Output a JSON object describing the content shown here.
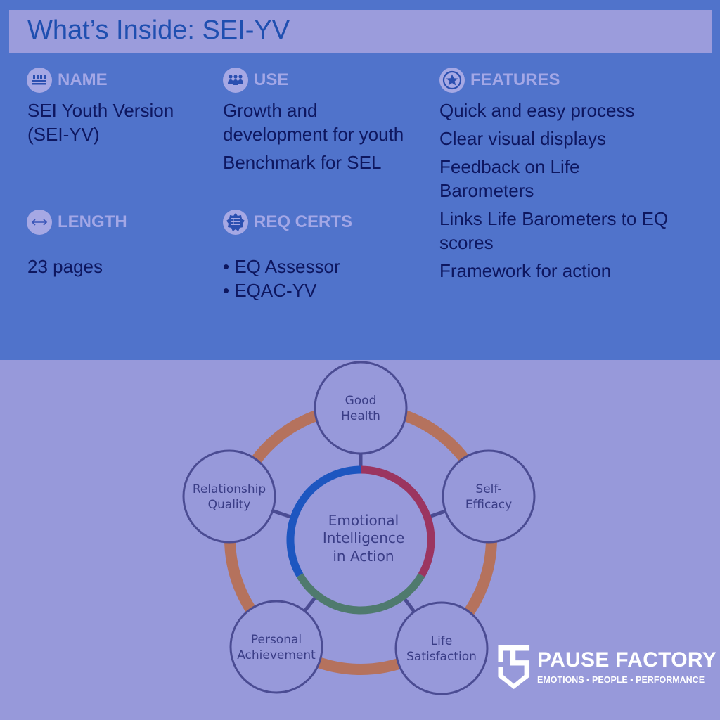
{
  "header": {
    "title": "What’s Inside: SEI-YV"
  },
  "sections": {
    "name": {
      "label": "NAME",
      "icon": "building-icon",
      "lines": [
        "SEI Youth Version",
        "(SEI-YV)"
      ]
    },
    "use": {
      "label": "USE",
      "icon": "people-icon",
      "lines": [
        "Growth and",
        "development for youth",
        "Benchmark for SEL"
      ]
    },
    "features": {
      "label": "FEATURES",
      "icon": "star-icon",
      "lines": [
        "Quick and easy process",
        "Clear visual displays",
        "Feedback on Life",
        "Barometers",
        "Links Life Barometers to EQ",
        "scores",
        "Framework for action"
      ]
    },
    "length": {
      "label": "LENGTH",
      "icon": "arrows-horizontal-icon",
      "value": "23 pages"
    },
    "req_certs": {
      "label": "REQ CERTS",
      "icon": "certificate-badge-icon",
      "items": [
        "• EQ Assessor",
        "• EQAC-YV"
      ]
    }
  },
  "diagram": {
    "center": {
      "lines": [
        "Emotional",
        "Intelligence",
        "in Action"
      ]
    },
    "nodes": [
      {
        "id": "good-health",
        "lines": [
          "Good",
          "Health"
        ]
      },
      {
        "id": "self-efficacy",
        "lines": [
          "Self-",
          "Efficacy"
        ]
      },
      {
        "id": "life-satisfaction",
        "lines": [
          "Life",
          "Satisfaction"
        ]
      },
      {
        "id": "personal-achievement",
        "lines": [
          "Personal",
          "Achievement"
        ]
      },
      {
        "id": "relationship-quality",
        "lines": [
          "Relationship",
          "Quality"
        ]
      }
    ],
    "colors": {
      "outer_ring": "#b5725d",
      "node_stroke": "#4b4c93",
      "ring_blue": "#1d56c0",
      "ring_red": "#9b3560",
      "ring_green": "#4f7a6e"
    }
  },
  "logo": {
    "name": "PAUSE FACTORY",
    "tagline": "EMOTIONS ▪ PEOPLE ▪ PERFORMANCE"
  },
  "colors": {
    "top_panel": "#5073cb",
    "title_bar": "#9b9cdc",
    "background": "#9799da",
    "title_text": "#1f4fb0"
  }
}
